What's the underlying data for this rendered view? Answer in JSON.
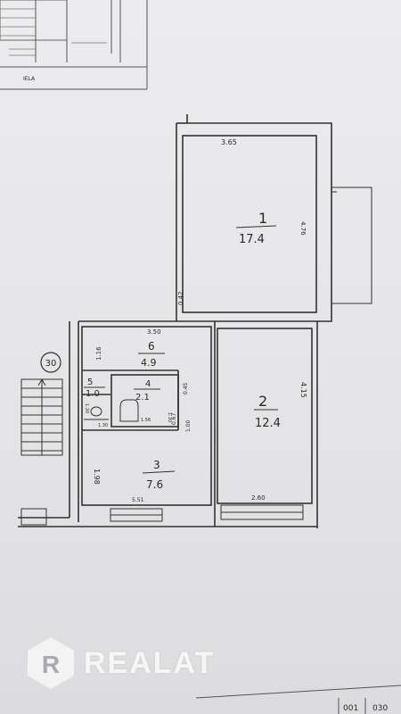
{
  "street_label": "IELA",
  "building_number": "30",
  "rooms": [
    {
      "number": "1",
      "area": "17.4"
    },
    {
      "number": "2",
      "area": "12.4"
    },
    {
      "number": "3",
      "area": "7.6"
    },
    {
      "number": "4",
      "area": "2.1"
    },
    {
      "number": "5",
      "area": "1.0"
    },
    {
      "number": "6",
      "area": "4.9"
    }
  ],
  "dimensions": [
    "3.65",
    "4.76",
    "0.42",
    "3.50",
    "1.16",
    "4.15",
    "2.60",
    "5.51",
    "1.98",
    "1.56",
    "1.30",
    "0.67",
    "0.45",
    "1.00",
    "1.30",
    "1.30"
  ],
  "watermark": {
    "brand": "REALAT",
    "letter": "R"
  },
  "stamp": [
    "001",
    "030"
  ]
}
